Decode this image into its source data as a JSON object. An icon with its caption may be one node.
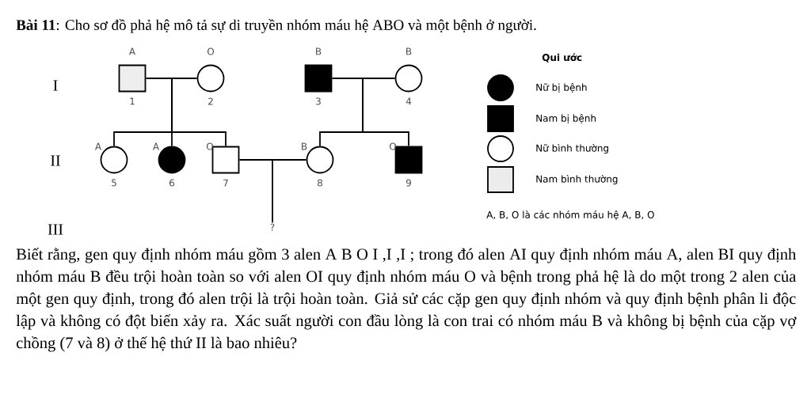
{
  "diagram": {
    "title": "**Bài 11**: Cho sơ đồ phả hệ mô tả sự di truyền nhóm máu hệ ABO và một bệnh ở người.",
    "nodes": [
      {
        "text": [],
        "shape": "box",
        "beside": [
          "A",
          "1"
        ]
      },
      {
        "text": [],
        "shape": "circle",
        "beside": [
          "O",
          "2"
        ]
      },
      {
        "text": [],
        "shape": "box",
        "beside": [
          "B",
          "3"
        ]
      },
      {
        "text": [],
        "shape": "circle",
        "beside": [
          "B",
          "4"
        ]
      },
      {
        "text": [],
        "shape": "circle",
        "beside": [
          "A",
          "5"
        ]
      },
      {
        "text": [],
        "shape": "circle",
        "beside": [
          "A",
          "6"
        ]
      },
      {
        "text": [],
        "shape": "box",
        "beside": [
          "O",
          "7"
        ]
      },
      {
        "text": [],
        "shape": "circle",
        "beside": [
          "B",
          "8"
        ]
      },
      {
        "text": [],
        "shape": "box",
        "beside": [
          "O",
          "9"
        ]
      },
      {
        "text": [
          "?"
        ]
      }
    ],
    "edges": [
      {
        "from": 0,
        "to": 1,
        "arrow": "none"
      },
      {
        "from": 2,
        "to": 3,
        "arrow": "none"
      },
      {
        "from": null,
        "to": 4,
        "arrow": "none"
      },
      {
        "from": null,
        "to": 5,
        "arrow": "none"
      },
      {
        "from": null,
        "to": 6,
        "arrow": "none"
      },
      {
        "from": null,
        "to": 7,
        "arrow": "none"
      },
      {
        "from": null,
        "to": 8,
        "arrow": "none"
      },
      {
        "from": 6,
        "to": 7,
        "arrow": "none"
      },
      {
        "from": null,
        "to": 9,
        "arrow": "none"
      }
    ],
    "labels": [
      "I",
      "II",
      "III",
      "Qui ước",
      "A, B, O là các nhóm máu hệ A, B, O",
      "Biết rằng, gen quy định nhóm máu gồm 3 alen A B O I ,I ,I ; trong đó alen AI quy định nhóm máu A, alen BI quy định nhóm máu B đều trội hoàn toàn so với alen OI quy định nhóm máu O và bệnh trong phả hệ là do một trong 2 alen của một gen quy định, trong đó alen trội là trội hoàn toàn. Giả sử các cặp gen quy định nhóm và quy định bệnh phân li độc lập và không có đột biến xảy ra. Xác suất người con đầu lòng là con trai có nhóm máu B và không bị bệnh của cặp vợ chồng (7 và 8) ở thế hệ thứ II là bao nhiêu?"
    ],
    "legend": [
      {
        "text": "Nữ bị bệnh"
      },
      {
        "text": "Nam bị bệnh"
      },
      {
        "text": "Nữ bình thường"
      },
      {
        "text": "Nam bình thường"
      }
    ]
  }
}
